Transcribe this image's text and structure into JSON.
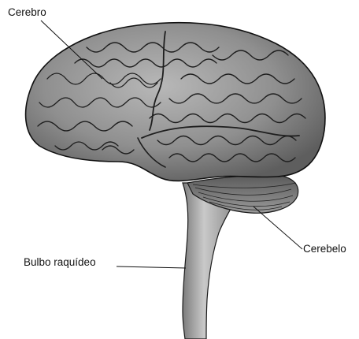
{
  "labels": {
    "cerebro": "Cerebro",
    "cerebelo": "Cerebelo",
    "bulbo": "Bulbo raquídeo"
  },
  "colors": {
    "background": "#ffffff",
    "cortex_fill": "#8f8f8f",
    "stem_fill": "#a9a9a9",
    "cerebellum_fill": "#6e6e6e",
    "outline": "#1a1a1a"
  }
}
